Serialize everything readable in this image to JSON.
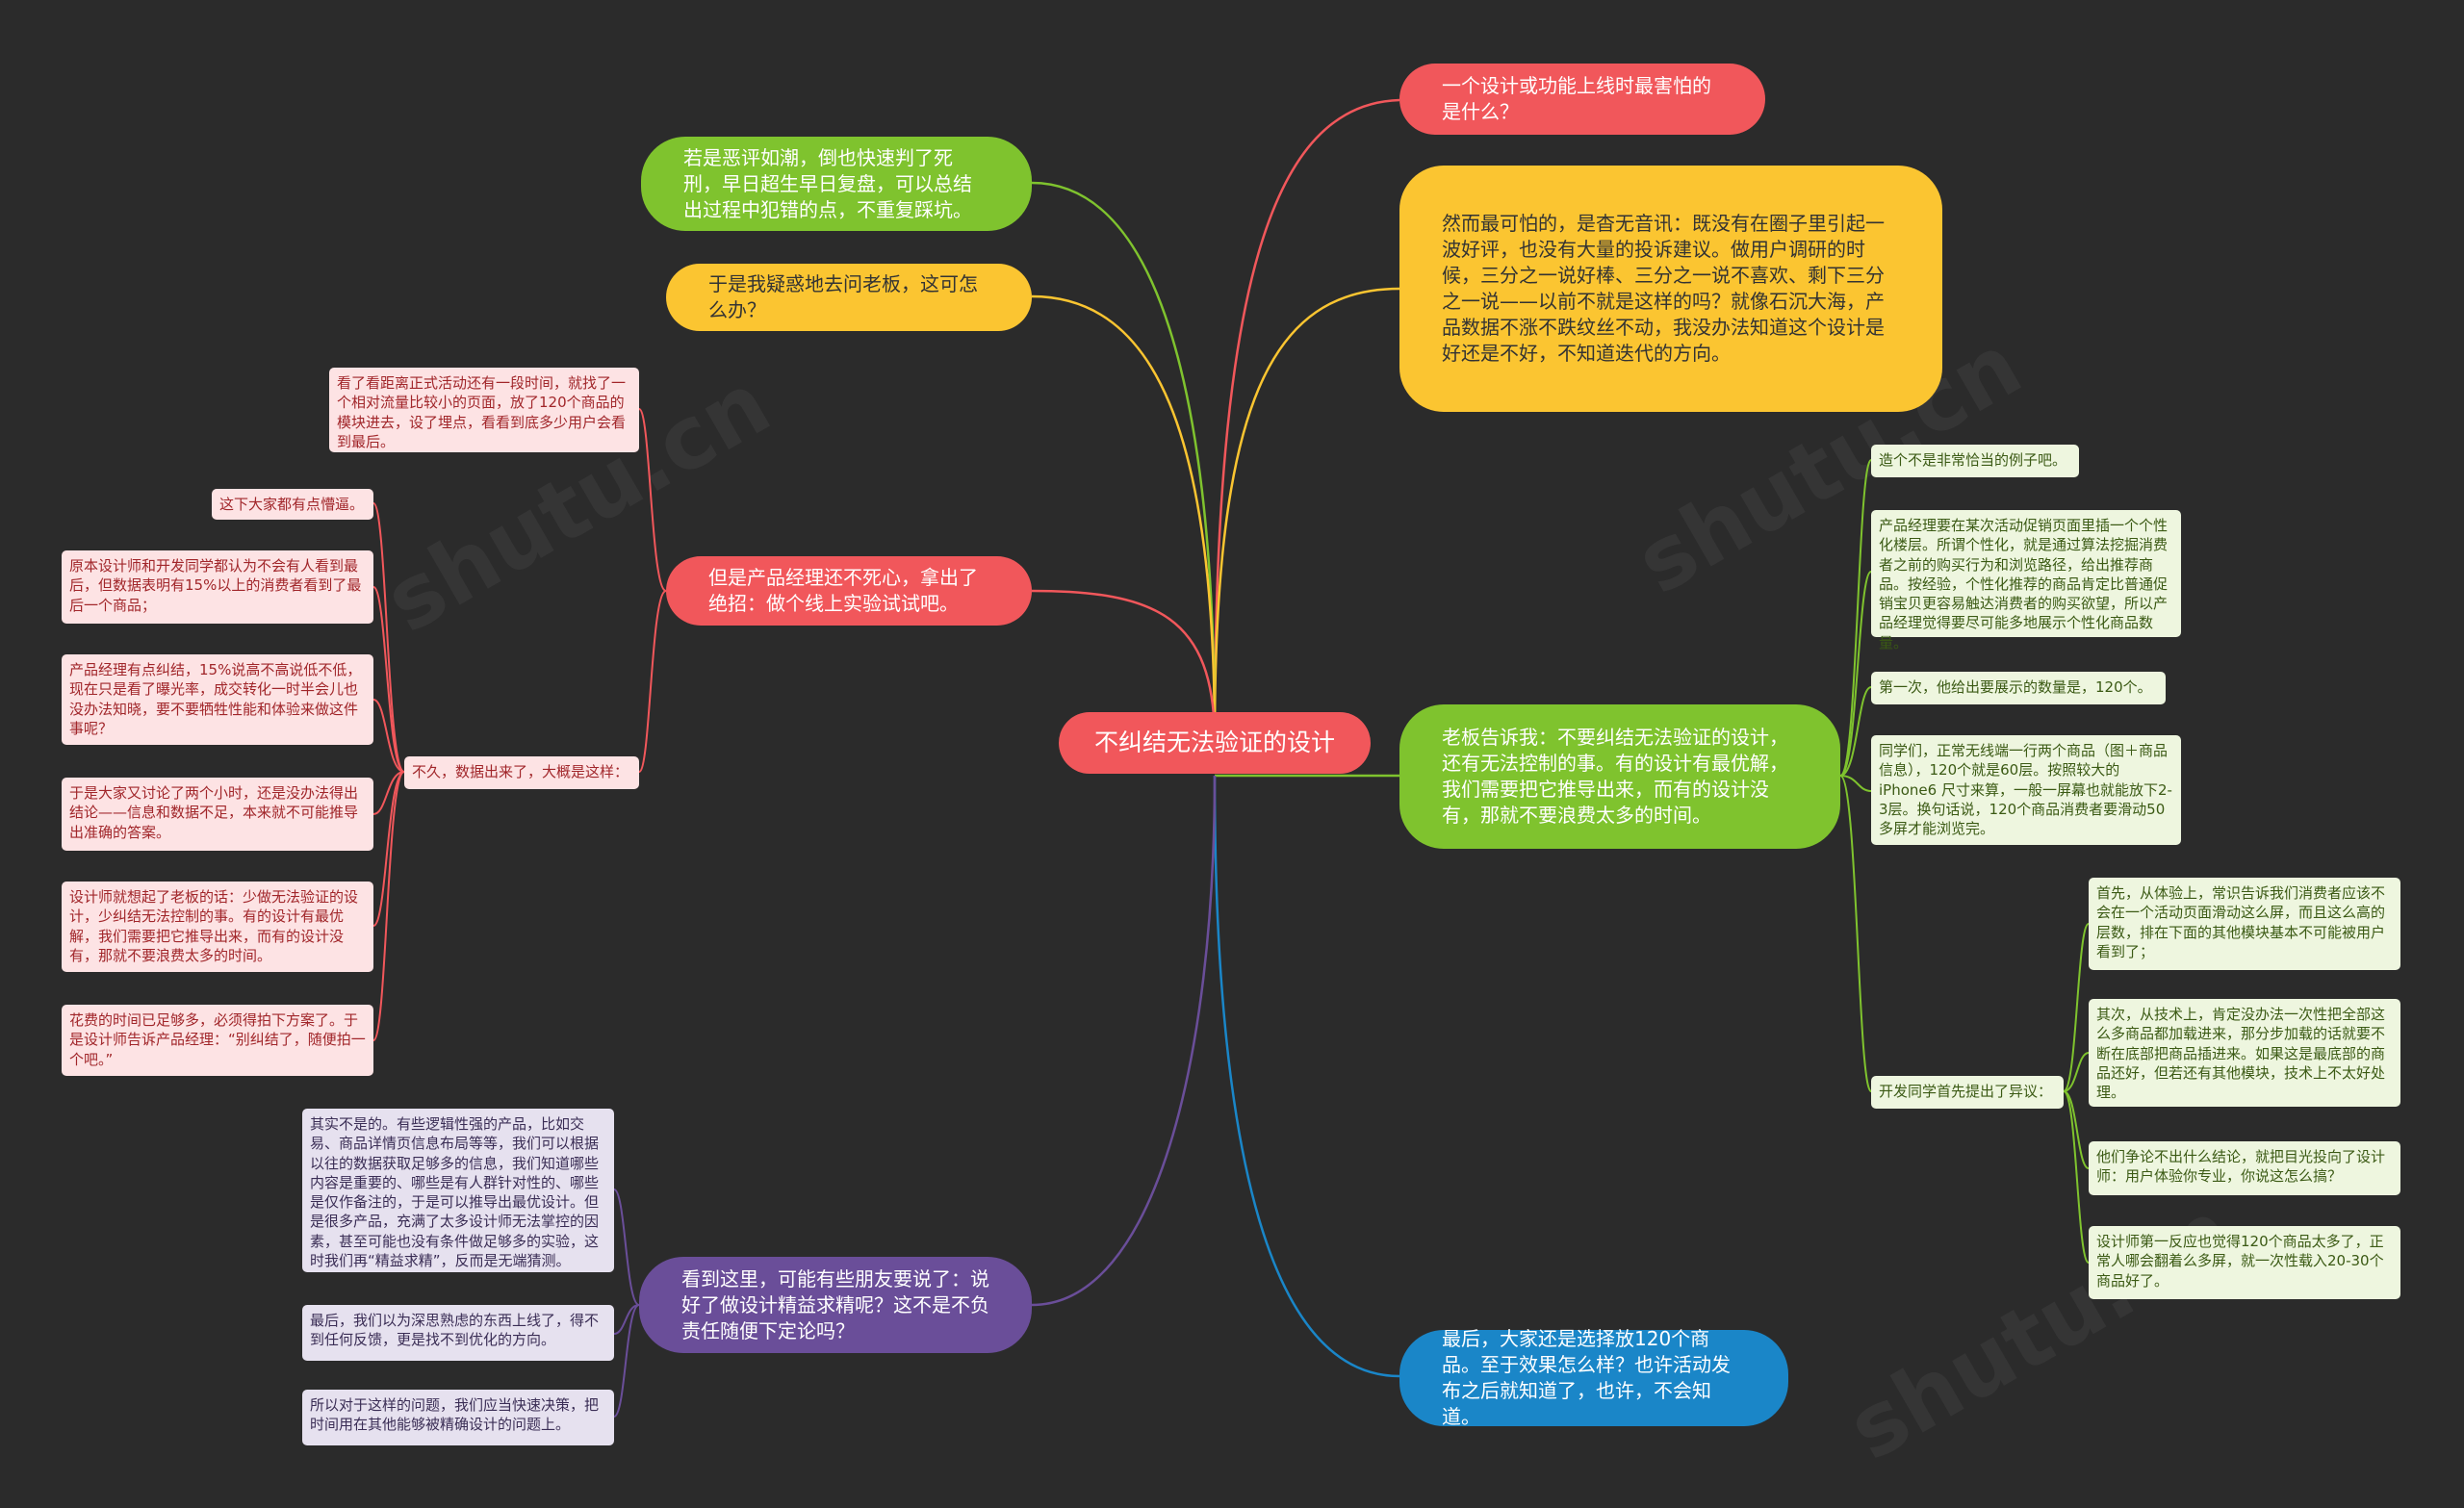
{
  "center": "不纠结无法验证的设计",
  "branches": {
    "r1": "一个设计或功能上线时最害怕的是什么？",
    "r2": "然而最可怕的，是杳无音讯：既没有在圈子里引起一波好评，也没有大量的投诉建议。做用户调研的时候，三分之一说好棒、三分之一说不喜欢、剩下三分之一说——以前不就是这样的吗？就像石沉大海，产品数据不涨不跌纹丝不动，我没办法知道这个设计是好还是不好，不知道迭代的方向。",
    "r3": "老板告诉我：不要纠结无法验证的设计，还有无法控制的事。有的设计有最优解，我们需要把它推导出来，而有的设计没有，那就不要浪费太多的时间。",
    "r4": "最后，大家还是选择放120个商品。至于效果怎么样？也许活动发布之后就知道了，也许，不会知道。",
    "l1": "若是恶评如潮，倒也快速判了死刑，早日超生早日复盘，可以总结出过程中犯错的点，不重复踩坑。",
    "l2": "于是我疑惑地去问老板，这可怎么办？",
    "l3": "但是产品经理还不死心，拿出了绝招：做个线上实验试试吧。",
    "l4": "看到这里，可能有些朋友要说了：说好了做设计精益求精呢？这不是不负责任随便下定论吗？"
  },
  "r3_children": {
    "c1": "造个不是非常恰当的例子吧。",
    "c2": "产品经理要在某次活动促销页面里插一个个性化楼层。所谓个性化，就是通过算法挖掘消费者之前的购买行为和浏览路径，给出推荐商品。按经验，个性化推荐的商品肯定比普通促销宝贝更容易触达消费者的购买欲望，所以产品经理觉得要尽可能多地展示个性化商品数量。",
    "c3": "第一次，他给出要展示的数量是，120个。",
    "c4": "同学们，正常无线端一行两个商品（图＋商品信息），120个就是60层。按照较大的 iPhone6 尺寸来算，一般一屏幕也就能放下2-3层。换句话说，120个商品消费者要滑动50多屏才能浏览完。",
    "c5": "开发同学首先提出了异议：",
    "c5_children": {
      "d1": "首先，从体验上，常识告诉我们消费者应该不会在一个活动页面滑动这么屏，而且这么高的层数，排在下面的其他模块基本不可能被用户看到了；",
      "d2": "其次，从技术上，肯定没办法一次性把全部这么多商品都加载进来，那分步加载的话就要不断在底部把商品插进来。如果这是最底部的商品还好，但若还有其他模块，技术上不太好处理。",
      "d3": "他们争论不出什么结论，就把目光投向了设计师：用户体验你专业，你说这怎么搞？",
      "d4": "设计师第一反应也觉得120个商品太多了，正常人哪会翻着么多屏，就一次性载入20-30个商品好了。"
    }
  },
  "l3_children": {
    "e1": "看了看距离正式活动还有一段时间，就找了一个相对流量比较小的页面，放了120个商品的模块进去，设了埋点，看看到底多少用户会看到最后。",
    "e2": "不久，数据出来了，大概是这样：",
    "e2_children": {
      "f1": "这下大家都有点懵逼。",
      "f2": "原本设计师和开发同学都认为不会有人看到最后，但数据表明有15%以上的消费者看到了最后一个商品；",
      "f3": "产品经理有点纠结，15%说高不高说低不低，现在只是看了曝光率，成交转化一时半会儿也没办法知晓，要不要牺牲性能和体验来做这件事呢？",
      "f4": "于是大家又讨论了两个小时，还是没办法得出结论——信息和数据不足，本来就不可能推导出准确的答案。",
      "f5": "设计师就想起了老板的话：少做无法验证的设计，少纠结无法控制的事。有的设计有最优解，我们需要把它推导出来，而有的设计没有，那就不要浪费太多的时间。",
      "f6": "花费的时间已足够多，必须得拍下方案了。于是设计师告诉产品经理：“别纠结了，随便拍一个吧。”"
    }
  },
  "l4_children": {
    "g1": "其实不是的。有些逻辑性强的产品，比如交易、商品详情页信息布局等等，我们可以根据以往的数据获取足够多的信息，我们知道哪些内容是重要的、哪些是有人群针对性的、哪些是仅作备注的，于是可以推导出最优设计。但是很多产品，充满了太多设计师无法掌控的因素，甚至可能也没有条件做足够多的实验，这时我们再“精益求精”，反而是无端猜测。",
    "g2": "最后，我们以为深思熟虑的东西上线了，得不到任何反馈，更是找不到优化的方向。",
    "g3": "所以对于这样的问题，我们应当快速决策，把时间用在其他能够被精确设计的问题上。"
  },
  "colors": {
    "red": "#f1575b",
    "yellow": "#fbc531",
    "green": "#7fc32e",
    "purple": "#6a4e99",
    "blue": "#1a86c8",
    "background": "#2b2b2b"
  }
}
